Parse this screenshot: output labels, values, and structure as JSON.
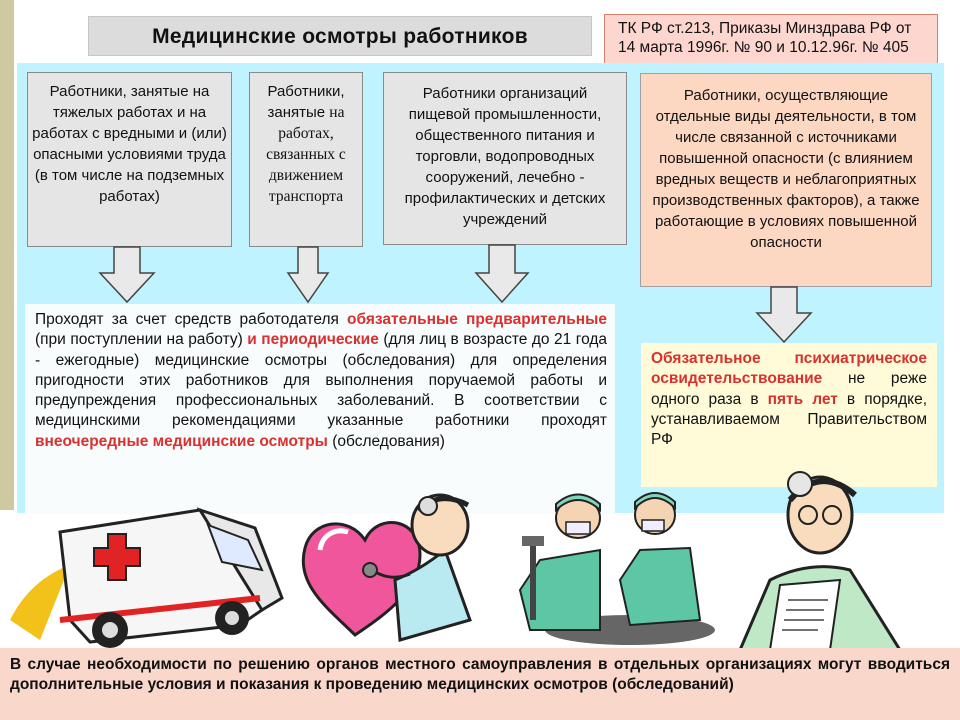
{
  "header": {
    "title": "Медицинские осмотры работников",
    "law_reference": "ТК РФ ст.213, Приказы Минздрава РФ от 14 марта 1996г. № 90 и 10.12.96г. № 405"
  },
  "categories": {
    "heavy_work": "Работники, занятые на тяжелых работах и на работах с вредными и (или) опасными условиями труда (в том числе на подземных работах)",
    "transport_prefix": "Работники, занятые",
    "transport_rest": "на работах, связанных с движением транспорта",
    "food_and_public": "Работники организаций пищевой промышленности, общественного питания и торговли, водопроводных сооружений, лечебно - профилактических и детских учреждений",
    "high_danger": "Работники, осуществляющие отдельные виды деятельности, в том числе связанной с источниками повышенной опасности (с влиянием вредных веществ и неблагоприятных производственных факторов), а также работающие в условиях повышенной опасности"
  },
  "main_text": {
    "part1": "Проходят за счет средств работодателя ",
    "highlight1": "обязательные предварительные",
    "part2": " (при поступлении на работу) ",
    "highlight2": "и периодические",
    "part3": " (для лиц в возрасте до 21 года - ежегодные) медицинские осмотры (обследования) для определения пригодности этих работников для выполнения поручаемой работы и предупреждения профессиональных заболеваний. В соответствии с медицинскими рекомендациями указанные работники проходят ",
    "highlight3": "внеочередные медицинские осмотры",
    "part4": " (обследования)"
  },
  "psych_exam": {
    "highlight": "Обязательное психиатрическое освидетельствование",
    "part1": " не реже одного раза в ",
    "highlight2": "пять лет",
    "part2": " в порядке, устанавливаемом Правительством РФ"
  },
  "footer": {
    "text": "В случае необходимости по решению органов местного самоуправления в отдельных организациях могут вводиться дополнительные условия и показания к проведению медицинских осмотров (обследований)"
  },
  "colors": {
    "accent_red": "#d8312f",
    "panel_cyan": "#bff3ff",
    "footer_pink": "#fad7cb",
    "note_yellow": "#fffbd8"
  }
}
